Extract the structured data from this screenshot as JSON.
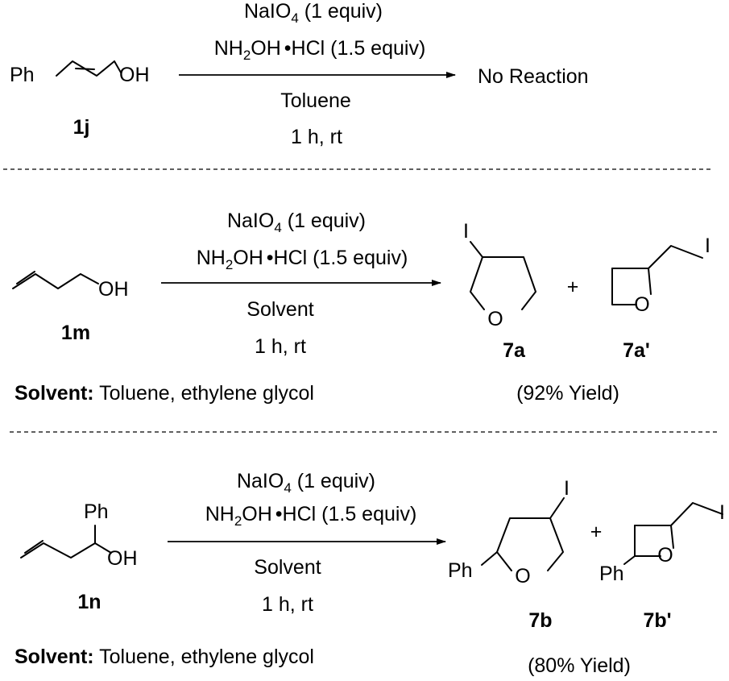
{
  "reactions": [
    {
      "reactant": {
        "id": "1j",
        "left_label": "Ph",
        "right_label": "OH"
      },
      "conditions": {
        "reagent1": {
          "base": "NaIO",
          "sub": "4",
          "rest": " (1 equiv)"
        },
        "reagent2": {
          "pre": "NH",
          "sub": "2",
          "mid": "OH",
          "dot": "•",
          "rest": "HCl (1.5 equiv)"
        },
        "solvent": "Toluene",
        "time": "1 h, rt"
      },
      "outcome": "No Reaction"
    },
    {
      "reactant": {
        "id": "1m",
        "right_label": "OH"
      },
      "conditions": {
        "reagent1": {
          "base": "NaIO",
          "sub": "4",
          "rest": " (1 equiv)"
        },
        "reagent2": {
          "pre": "NH",
          "sub": "2",
          "mid": "OH",
          "dot": "•",
          "rest": "HCl (1.5 equiv)"
        },
        "solvent": "Solvent",
        "time": "1 h, rt"
      },
      "products": [
        {
          "id": "7a",
          "iodo": "I",
          "oxygen": "O"
        },
        {
          "id": "7a'",
          "iodo": "I",
          "oxygen": "O"
        }
      ],
      "plus": "+",
      "yield": "(92% Yield)",
      "solvent_note": {
        "label": "Solvent:",
        "value": " Toluene, ethylene glycol"
      }
    },
    {
      "reactant": {
        "id": "1n",
        "top_label": "Ph",
        "right_label": "OH"
      },
      "conditions": {
        "reagent1": {
          "base": "NaIO",
          "sub": "4",
          "rest": " (1 equiv)"
        },
        "reagent2": {
          "pre": "NH",
          "sub": "2",
          "mid": "OH",
          "dot": "•",
          "rest": "HCl (1.5 equiv)"
        },
        "solvent": "Solvent",
        "time": "1 h, rt"
      },
      "products": [
        {
          "id": "7b",
          "iodo": "I",
          "oxygen": "O",
          "phenyl": "Ph"
        },
        {
          "id": "7b'",
          "iodo": "I",
          "oxygen": "O",
          "phenyl": "Ph"
        }
      ],
      "plus": "+",
      "yield": "(80% Yield)",
      "solvent_note": {
        "label": "Solvent:",
        "value": " Toluene, ethylene glycol"
      }
    }
  ]
}
